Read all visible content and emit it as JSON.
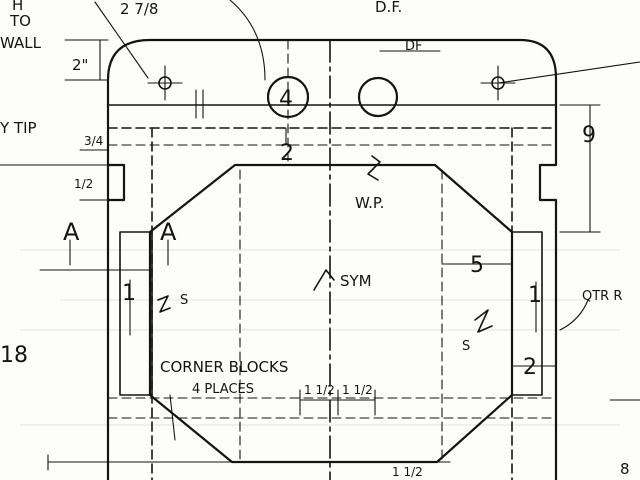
{
  "colors": {
    "ink": "#141414",
    "paper": "#fdfdfb",
    "ghost": "#d9d9d5"
  },
  "labels": {
    "top_h": "H",
    "to": "TO",
    "wall": "WALL",
    "dim_top_2_7_8": "2 7/8",
    "df_top": "D.F.",
    "dim_2in": "2\"",
    "df_small": "DF",
    "circle_number": "4",
    "dim_9": "9",
    "tip": "Y TIP",
    "frac_3_4": "3/4",
    "dim_2_center": "2",
    "frac_1_2_left": "1/2",
    "wp": "W.P.",
    "section_a": "A",
    "dim_5": "5",
    "sym": "SYM",
    "qtr": "QTR R",
    "dim_1_left": "1",
    "s_left": "S",
    "s_right": "S",
    "dim_1_right": "1",
    "dim_18": "18",
    "dim_2_right": "2",
    "corner_blocks": "CORNER BLOCKS",
    "four_places": "4 PLACES",
    "frac_1_1_2_a": "1 1/2",
    "frac_1_1_2_b": "1 1/2",
    "frac_1_1_2_bottom": "1 1/2",
    "frac_8": "8"
  }
}
